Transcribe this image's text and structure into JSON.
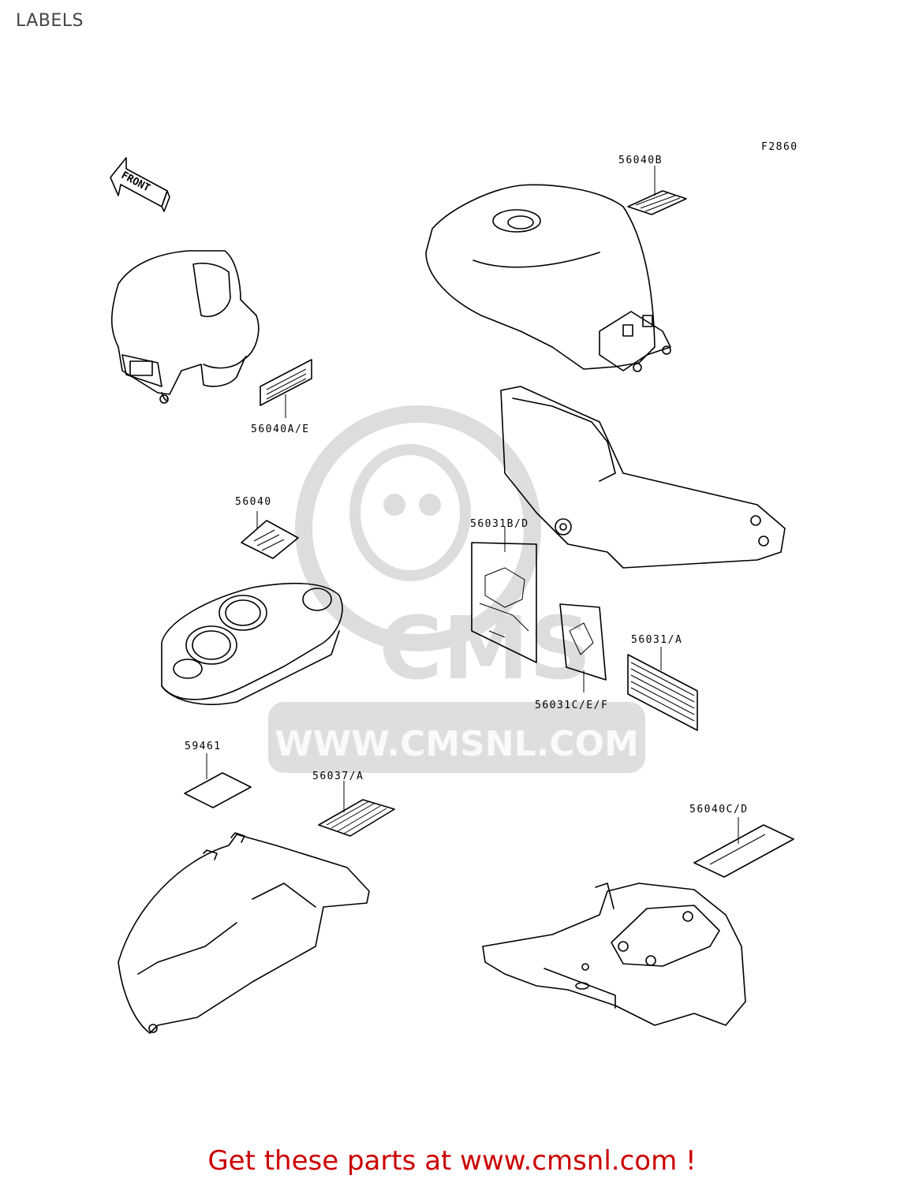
{
  "page": {
    "title": "LABELS"
  },
  "diagram": {
    "figure_code": "F2860",
    "front_arrow": "FRONT",
    "labels": {
      "l56040B": "56040B",
      "l56040AE": "56040A/E",
      "l56040": "56040",
      "l56031BD": "56031B/D",
      "l56031A": "56031/A",
      "l56031CEF": "56031C/E/F",
      "l59461": "59461",
      "l56037A": "56037/A",
      "l56040CD": "56040C/D"
    }
  },
  "watermark": {
    "brand": "CMS",
    "url": "WWW.CMSNL.COM"
  },
  "footer": {
    "text": "Get these parts at www.cmsnl.com !"
  }
}
